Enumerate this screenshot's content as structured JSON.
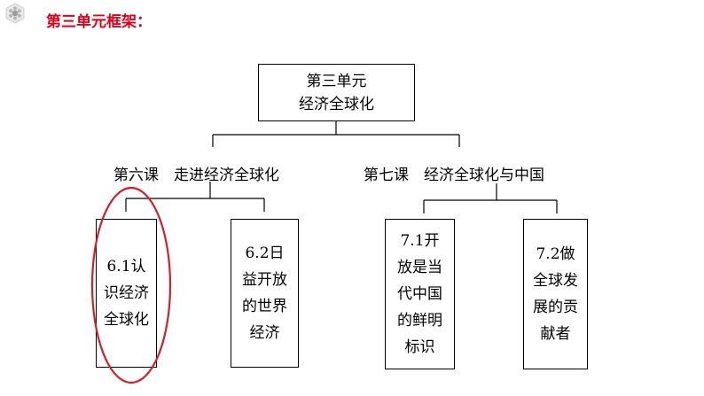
{
  "header": {
    "logo_icon": "hexagon-logo-icon",
    "title": "第三单元框架："
  },
  "diagram": {
    "root": {
      "line1": "第三单元",
      "line2": "经济全球化"
    },
    "lessons": [
      {
        "label": "第六课　走进经济全球化",
        "children": [
          "6.1认识经济全球化",
          "6.2日益开放的世界经济"
        ]
      },
      {
        "label": "第七课　经济全球化与中国",
        "children": [
          "7.1开放是当代中国的鲜明标识",
          "7.2做全球发展的贡献者"
        ]
      }
    ],
    "highlight_color": "#d61f26",
    "title_color": "#e0001a"
  }
}
